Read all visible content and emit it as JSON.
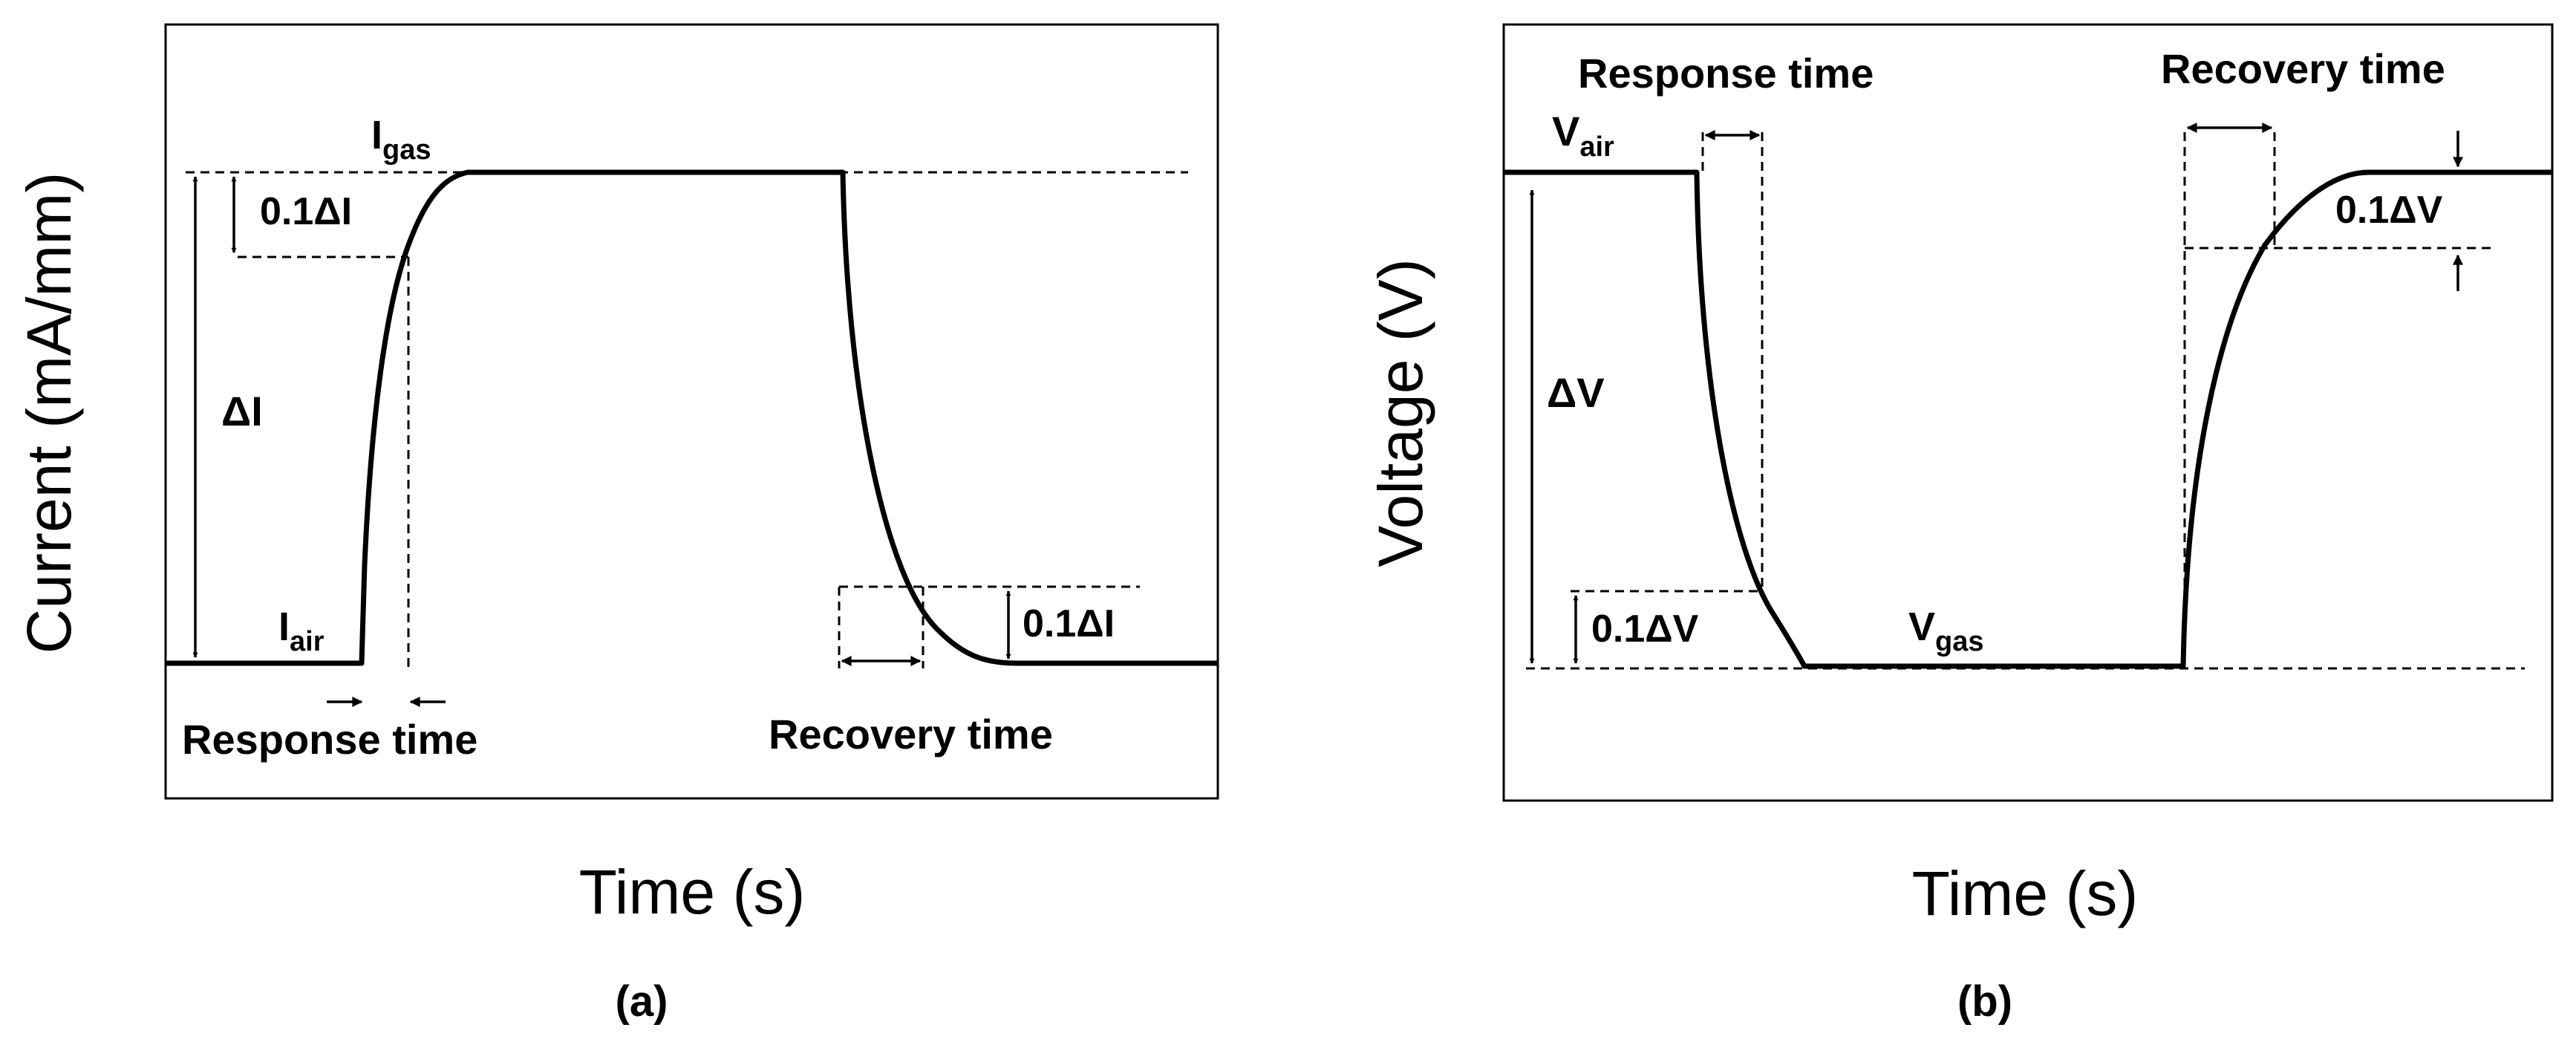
{
  "panel_a": {
    "caption": "(a)",
    "ylabel": "Current (mA/mm)",
    "xlabel": "Time (s)",
    "level_high": {
      "main": "I",
      "sub": "gas"
    },
    "level_low": {
      "main": "I",
      "sub": "air"
    },
    "delta": "ΔI",
    "threshold_top": "0.1ΔI",
    "threshold_bottom": "0.1ΔI",
    "response_label": "Response time",
    "recovery_label": "Recovery time"
  },
  "panel_b": {
    "caption": "(b)",
    "ylabel": "Voltage (V)",
    "xlabel": "Time (s)",
    "level_high": {
      "main": "V",
      "sub": "air"
    },
    "level_low": {
      "main": "V",
      "sub": "gas"
    },
    "delta": "ΔV",
    "threshold_top": "0.1ΔV",
    "threshold_bottom": "0.1ΔV",
    "response_label": "Response time",
    "recovery_label": "Recovery time"
  }
}
